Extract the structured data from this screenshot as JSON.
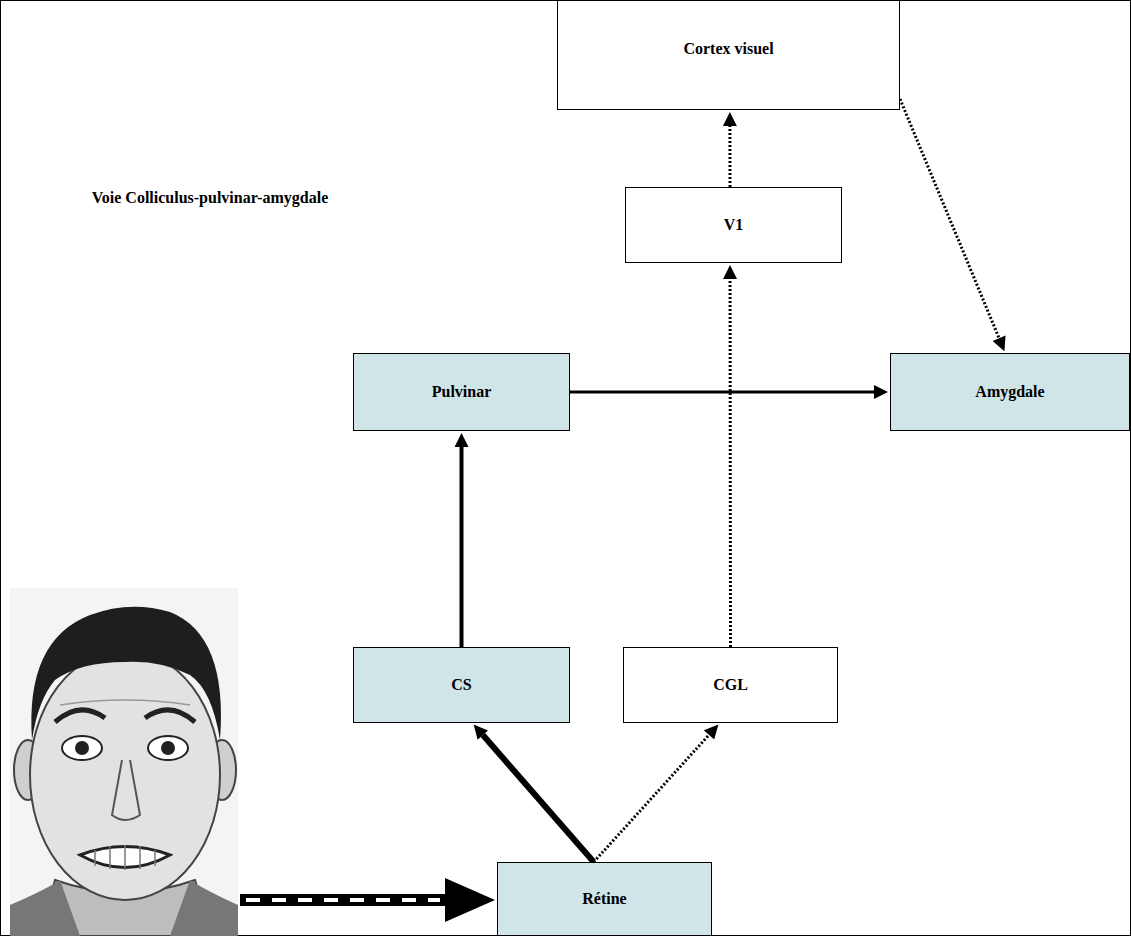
{
  "diagram": {
    "title": "Voie Colliculus-pulvinar-amygdale",
    "nodes": [
      {
        "text": [
          "Cortex visuel"
        ]
      },
      {
        "text": [
          "V1"
        ]
      },
      {
        "text": [
          "Pulvinar"
        ]
      },
      {
        "text": [
          "Amygdale"
        ]
      },
      {
        "text": [
          "CS"
        ]
      },
      {
        "text": [
          "CGL"
        ]
      },
      {
        "text": [
          "Rétine"
        ]
      }
    ],
    "edges": [
      {
        "from": 6,
        "to": 4,
        "arrow": "to"
      },
      {
        "from": 6,
        "to": 5,
        "arrow": "to"
      },
      {
        "from": 4,
        "to": 2,
        "arrow": "to"
      },
      {
        "from": 5,
        "to": 1,
        "arrow": "to"
      },
      {
        "from": 1,
        "to": 0,
        "arrow": "to"
      },
      {
        "from": 2,
        "to": 3,
        "arrow": "to"
      },
      {
        "from": 0,
        "to": 3,
        "arrow": "to"
      }
    ]
  }
}
